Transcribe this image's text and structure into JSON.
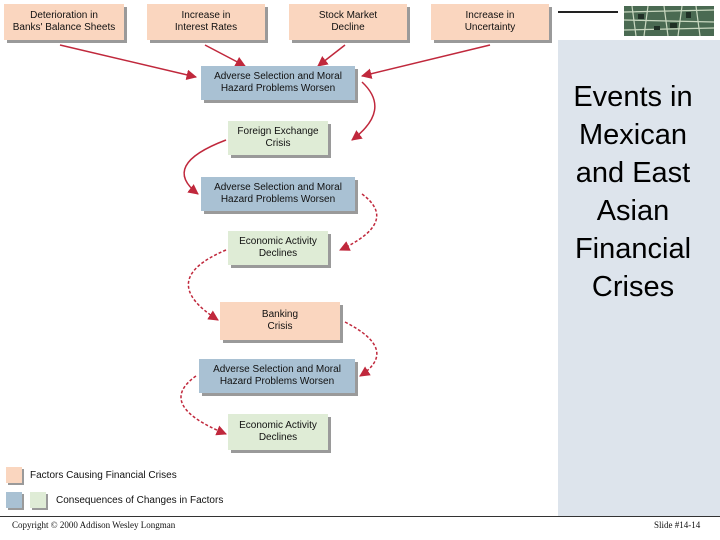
{
  "diagram": {
    "factors": [
      {
        "label": "Deterioration in\nBanks' Balance Sheets"
      },
      {
        "label": "Increase in\nInterest Rates"
      },
      {
        "label": "Stock Market\nDecline"
      },
      {
        "label": "Increase in\nUncertainty"
      }
    ],
    "chain": [
      {
        "label": "Adverse Selection and Moral\nHazard Problems Worsen"
      },
      {
        "label": "Foreign Exchange\nCrisis"
      },
      {
        "label": "Adverse Selection and Moral\nHazard Problems Worsen"
      },
      {
        "label": "Economic Activity\nDeclines"
      },
      {
        "label": "Banking\nCrisis"
      },
      {
        "label": "Adverse Selection and Moral\nHazard Problems Worsen"
      },
      {
        "label": "Economic Activity\nDeclines"
      }
    ],
    "arrow_color": "#c0283c"
  },
  "legend": {
    "factors_label": "Factors Causing Financial Crises",
    "consequences_label": "Consequences of Changes in Factors"
  },
  "sidebar": {
    "title": "Events in\nMexican\nand East\nAsian\nFinancial\nCrises"
  },
  "footer": {
    "copyright": "Copyright © 2000 Addison Wesley Longman",
    "slide_number": "Slide #14-14"
  },
  "colors": {
    "factor_fill": "#fad6bf",
    "consequence_blue": "#a9c1d3",
    "consequence_green": "#dfecd6",
    "panel_bg": "#dde4ec"
  }
}
